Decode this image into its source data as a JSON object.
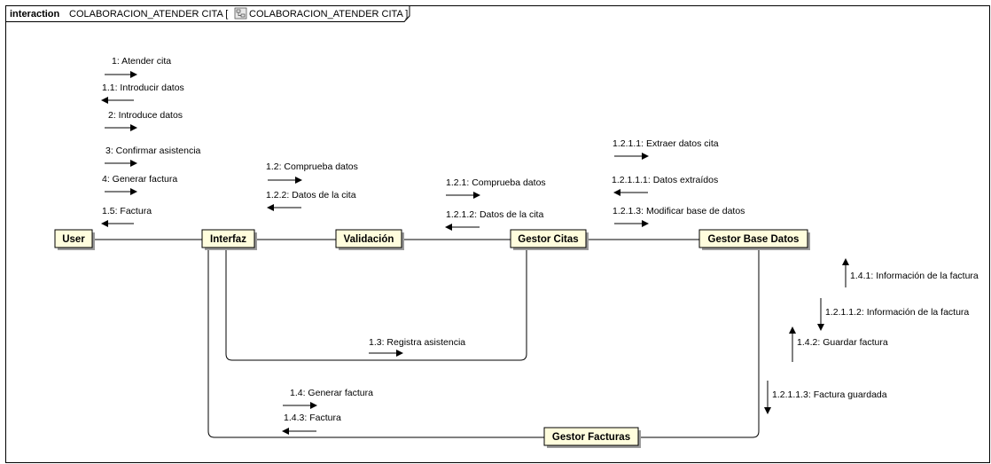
{
  "frame": {
    "keyword": "interaction",
    "name": "COLABORACION_ATENDER CITA",
    "diagram_ref": "COLABORACION_ATENDER CITA"
  },
  "nodes": {
    "user": "User",
    "interfaz": "Interfaz",
    "validacion": "Validación",
    "gestor_citas": "Gestor Citas",
    "gestor_bd": "Gestor Base Datos",
    "gestor_facturas": "Gestor Facturas"
  },
  "messages": {
    "m1": "1: Atender cita",
    "m1_1": "1.1: Introducir datos",
    "m2": "2: Introduce datos",
    "m3": "3: Confirmar asistencia",
    "m4": "4: Generar factura",
    "m1_5": "1.5: Factura",
    "m1_2": "1.2: Comprueba datos",
    "m1_2_2": "1.2.2: Datos de la cita",
    "m1_2_1": "1.2.1: Comprueba datos",
    "m1_2_1_2": "1.2.1.2: Datos de la cita",
    "m1_2_1_1": "1.2.1.1: Extraer datos cita",
    "m1_2_1_1_1": "1.2.1.1.1: Datos extraídos",
    "m1_2_1_3": "1.2.1.3: Modificar base de datos",
    "m1_4_1": "1.4.1: Información de la factura",
    "m1_2_1_1_2": "1.2.1.1.2: Información de la factura",
    "m1_4_2": "1.4.2: Guardar factura",
    "m1_2_1_1_3": "1.2.1.1.3: Factura guardada",
    "m1_3": "1.3: Registra asistencia",
    "m1_4": "1.4: Generar factura",
    "m1_4_3": "1.4.3: Factura"
  },
  "icons": {
    "diagram_ref_icon": "diagram-icon",
    "frame_tab_icon": "frame-tab"
  }
}
